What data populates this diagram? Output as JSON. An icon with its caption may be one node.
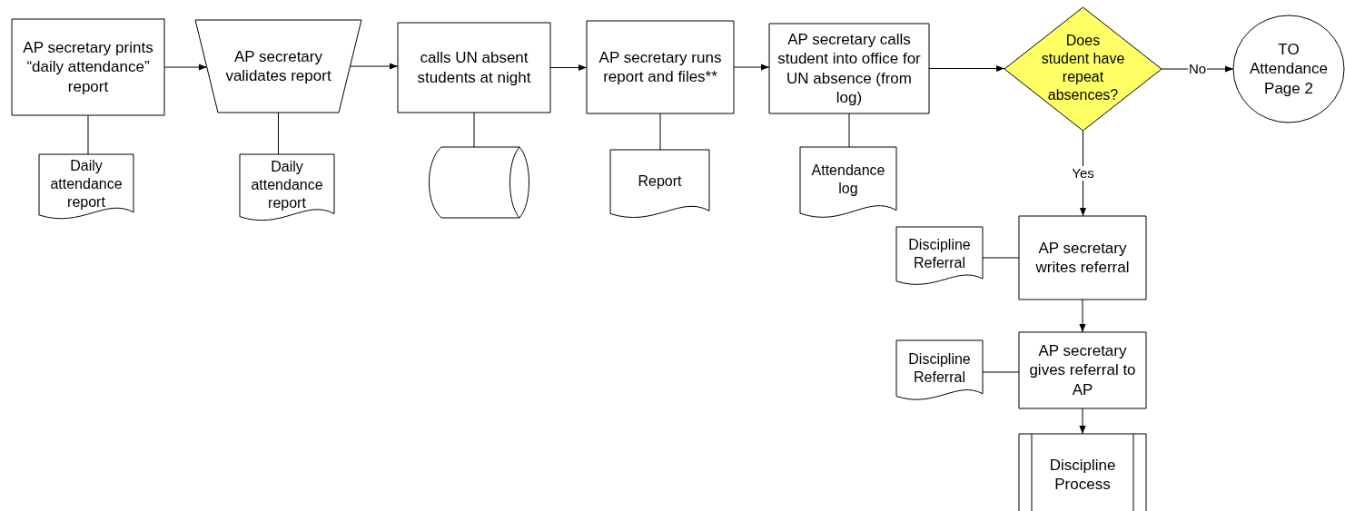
{
  "diagram": {
    "nodes": [
      {
        "text": [
          "AP secretary prints “daily attendance” report"
        ]
      },
      {
        "text": [
          "AP secretary validates report"
        ]
      },
      {
        "text": [
          "calls UN absent students at night"
        ]
      },
      {
        "text": [
          "AP secretary runs report and files**"
        ]
      },
      {
        "text": [
          "AP secretary calls student into office for UN absence (from log)"
        ]
      },
      {
        "text": [
          "Does student have repeat absences?"
        ]
      },
      {
        "text": [
          "TO Attendance Page 2"
        ]
      },
      {
        "text": [
          "Daily attendance report"
        ]
      },
      {
        "text": [
          "Daily attendance report"
        ]
      },
      {
        "text": [],
        "shape": "cylinder"
      },
      {
        "text": [
          "Report"
        ]
      },
      {
        "text": [
          "Attendance log"
        ]
      },
      {
        "text": [
          "Discipline Referral"
        ]
      },
      {
        "text": [
          "AP secretary writes referral"
        ]
      },
      {
        "text": [
          "Discipline Referral"
        ]
      },
      {
        "text": [
          "AP secretary gives referral to AP"
        ]
      },
      {
        "text": [
          "Discipline Process"
        ]
      }
    ],
    "edges": [
      {
        "from": 0,
        "to": 1,
        "arrow": "to"
      },
      {
        "from": 1,
        "to": 2,
        "arrow": "to"
      },
      {
        "from": 2,
        "to": 3,
        "arrow": "to"
      },
      {
        "from": 3,
        "to": 4,
        "arrow": "to"
      },
      {
        "from": 4,
        "to": 5,
        "arrow": "to"
      },
      {
        "from": 5,
        "to": 6,
        "arrow": "to",
        "label": "No"
      },
      {
        "from": 5,
        "to": 13,
        "arrow": "to",
        "label": "Yes"
      },
      {
        "from": 13,
        "to": 15,
        "arrow": "to"
      },
      {
        "from": 15,
        "to": 16,
        "arrow": "to"
      },
      {
        "from": 0,
        "to": 7,
        "arrow": "none"
      },
      {
        "from": 1,
        "to": 8,
        "arrow": "none"
      },
      {
        "from": 2,
        "to": 9,
        "arrow": "none"
      },
      {
        "from": 3,
        "to": 10,
        "arrow": "none"
      },
      {
        "from": 4,
        "to": 11,
        "arrow": "none"
      },
      {
        "from": 12,
        "to": 13,
        "arrow": "none"
      },
      {
        "from": 14,
        "to": 15,
        "arrow": "none"
      }
    ]
  }
}
